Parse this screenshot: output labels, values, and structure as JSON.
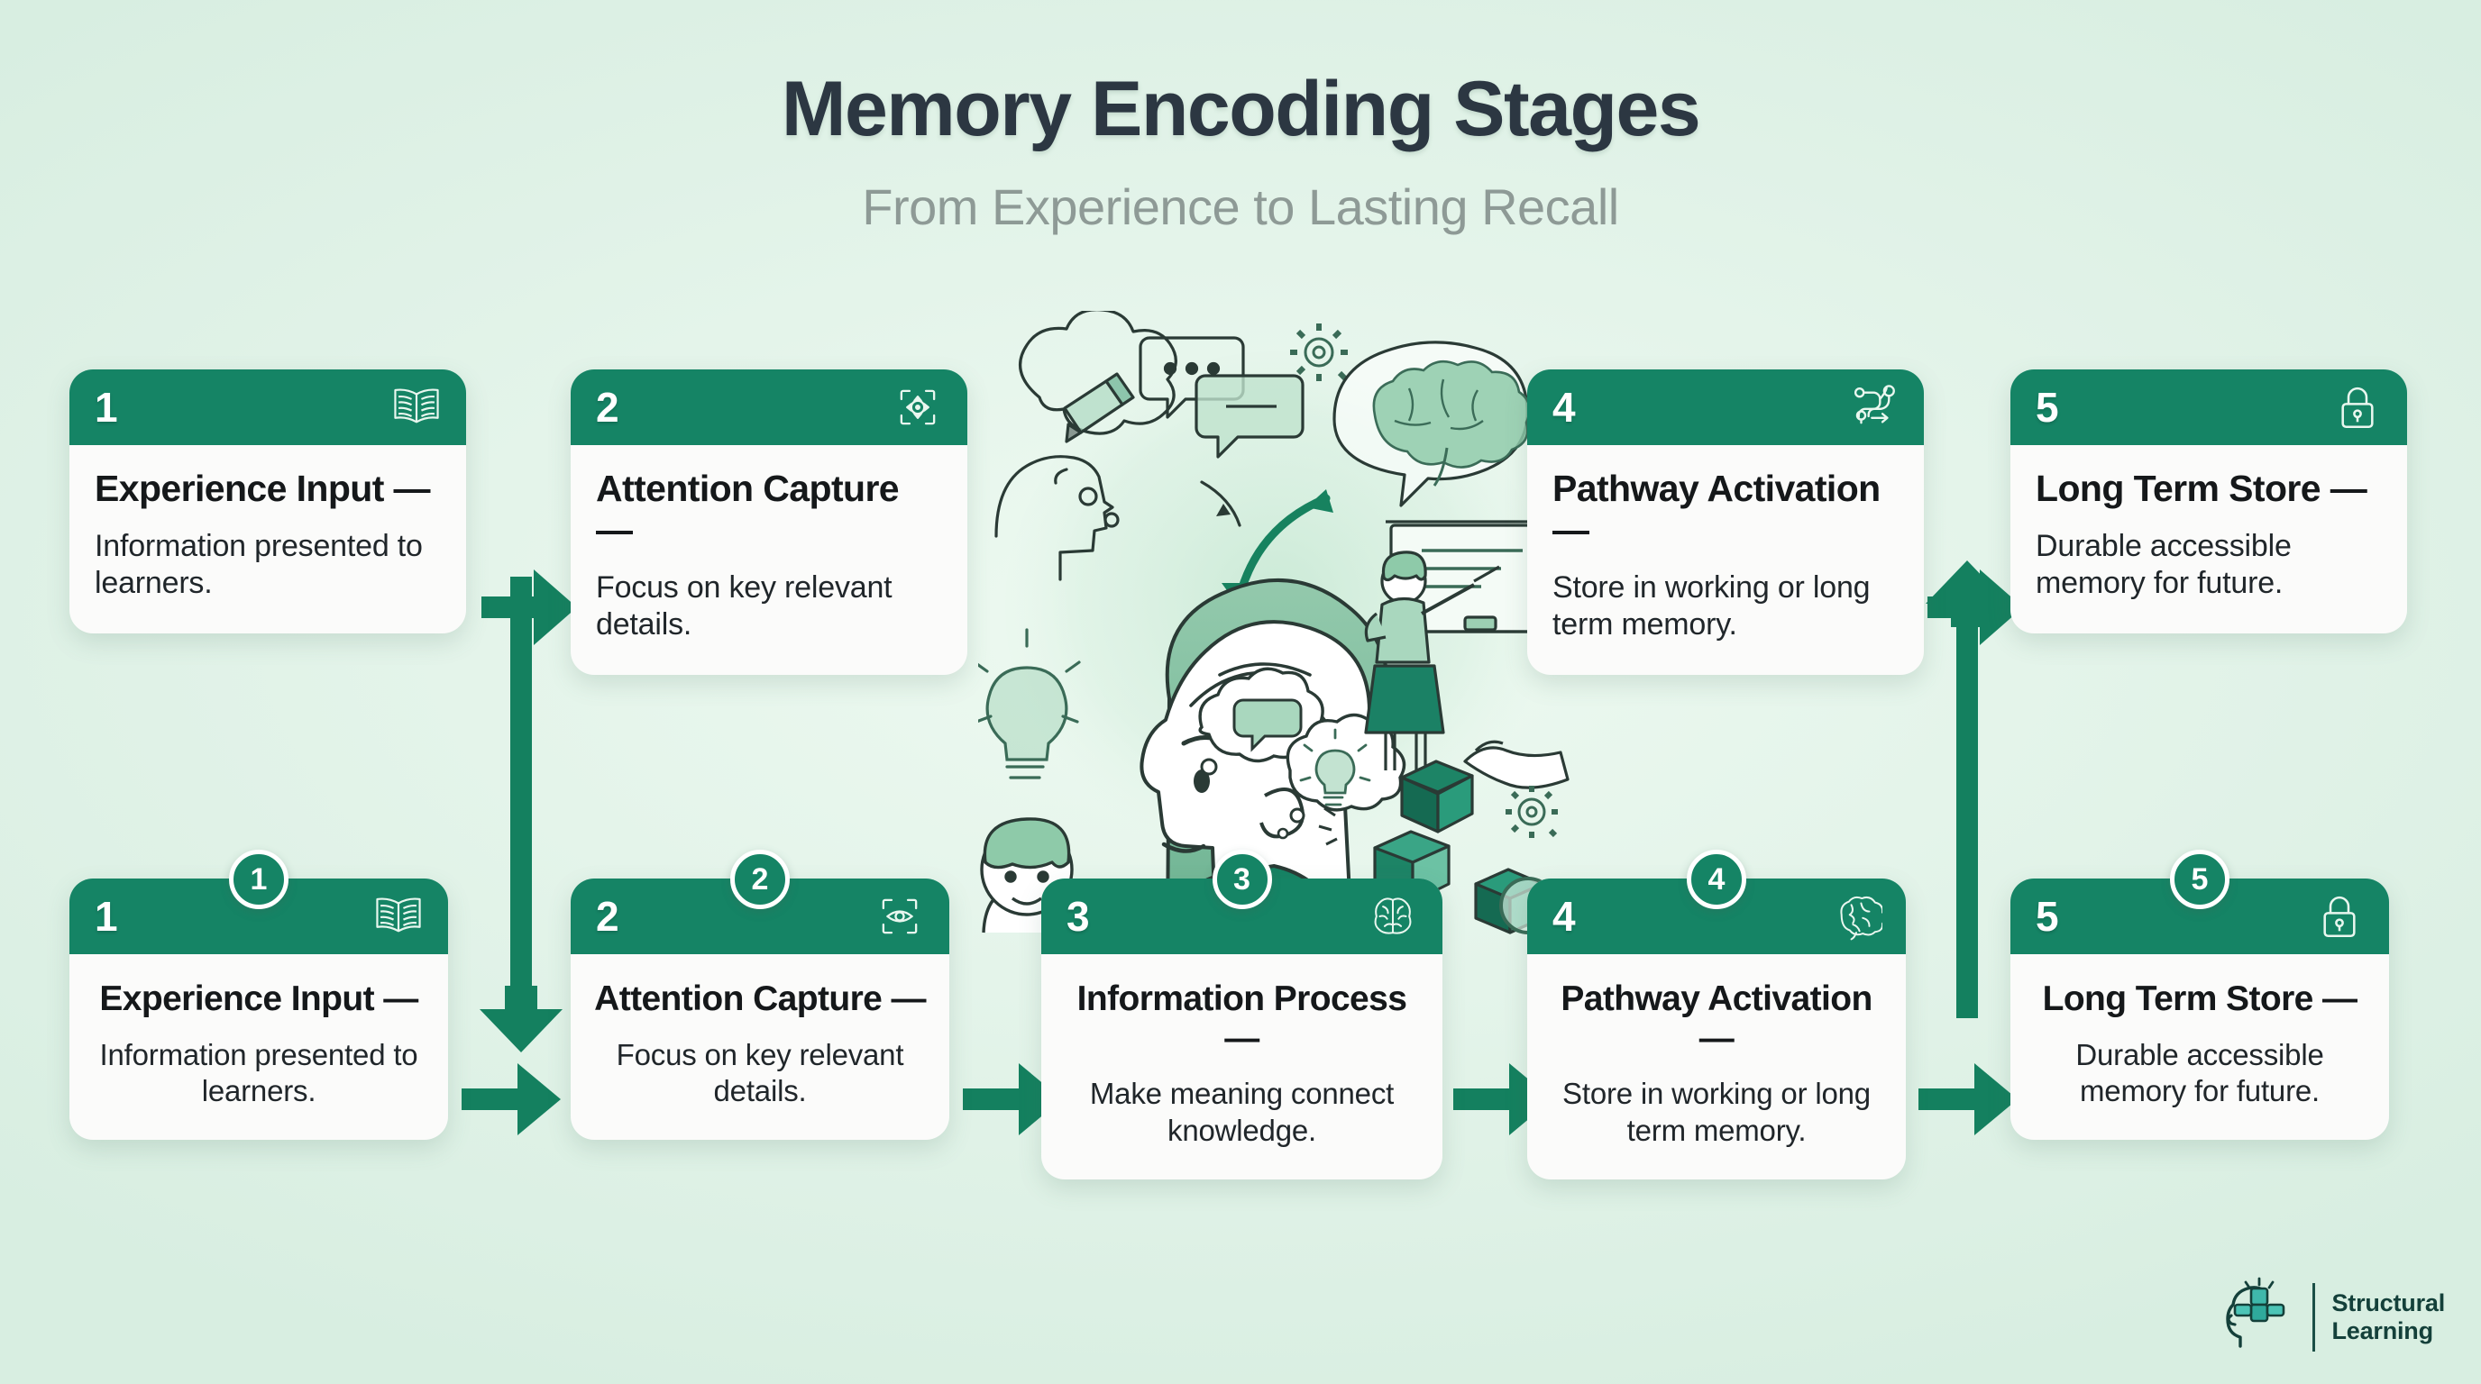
{
  "header": {
    "title": "Memory Encoding Stages",
    "subtitle": "From Experience to Lasting Recall"
  },
  "theme": {
    "green": "#158465",
    "background": "#e4f4ea",
    "card_surface": "#fbfbfa",
    "title_color": "#2c3742",
    "subtitle_color": "#8e9a96",
    "arrow_color": "#14805f"
  },
  "stages_top": [
    {
      "number": "1",
      "title": "Experience Input —",
      "description": "Information presented to learners.",
      "icon": "open-book-icon"
    },
    {
      "number": "2",
      "title": "Attention Capture —",
      "description": "Focus on key relevant details.",
      "icon": "focus-target-icon"
    },
    {
      "number": "4",
      "title": "Pathway Activation —",
      "description": "Store in working or long term memory.",
      "icon": "route-path-icon"
    },
    {
      "number": "5",
      "title": "Long Term Store —",
      "description": "Durable accessible memory for future.",
      "icon": "padlock-icon"
    }
  ],
  "stages_bottom": [
    {
      "number": "1",
      "badge": "1",
      "title": "Experience Input —",
      "description": "Information presented to learners.",
      "icon": "open-book-icon"
    },
    {
      "number": "2",
      "badge": "2",
      "title": "Attention Capture —",
      "description": "Focus on key relevant details.",
      "icon": "eye-focus-icon"
    },
    {
      "number": "3",
      "badge": "3",
      "title": "Information Process —",
      "description": "Make meaning connect knowledge.",
      "icon": "brain-top-icon"
    },
    {
      "number": "4",
      "badge": "4",
      "title": "Pathway Activation —",
      "description": "Store in working or long term memory.",
      "icon": "brain-side-icon"
    },
    {
      "number": "5",
      "badge": "5",
      "title": "Long Term Store —",
      "description": "Durable accessible memory for future.",
      "icon": "padlock-icon"
    }
  ],
  "illustration": {
    "name": "learner-encoding-illustration",
    "elements": [
      "boy-profile-head",
      "thought-bubble-speech",
      "thought-bubble-lightbulb",
      "outline-head-with-pencil-bubble",
      "chat-bubbles",
      "brain-in-thought-bubble",
      "teacher-at-whiteboard",
      "hands-stacking-blocks",
      "lightbulb",
      "gear",
      "child-face",
      "magnifier"
    ]
  },
  "logo": {
    "line1": "Structural",
    "line2": "Learning",
    "mark": "head-with-blocks-icon"
  }
}
